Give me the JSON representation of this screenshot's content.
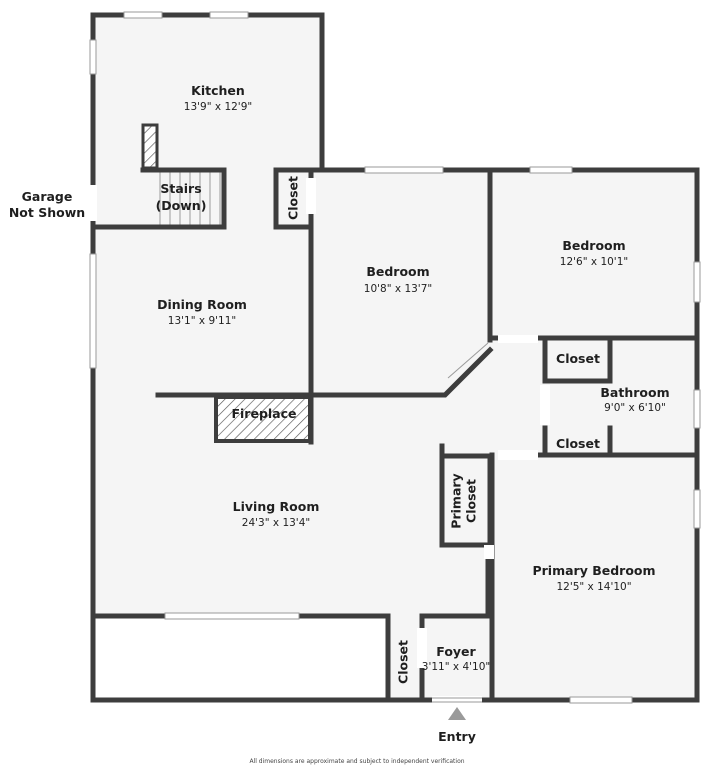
{
  "rooms": {
    "kitchen": {
      "name": "Kitchen",
      "dim": "13'9\" x 12'9\""
    },
    "stairs": {
      "name": "Stairs",
      "sub": "(Down)"
    },
    "closet_kitchen": {
      "name": "Closet"
    },
    "dining": {
      "name": "Dining Room",
      "dim": "13'1\" x 9'11\""
    },
    "bedroom_mid": {
      "name": "Bedroom",
      "dim": "10'8\" x 13'7\""
    },
    "bedroom_right": {
      "name": "Bedroom",
      "dim": "12'6\" x 10'1\""
    },
    "closet_upper": {
      "name": "Closet"
    },
    "bathroom": {
      "name": "Bathroom",
      "dim": "9'0\" x 6'10\""
    },
    "closet_lower": {
      "name": "Closet"
    },
    "fireplace": {
      "name": "Fireplace"
    },
    "living": {
      "name": "Living Room",
      "dim": "24'3\" x 13'4\""
    },
    "primary_closet": {
      "line1": "Primary",
      "line2": "Closet"
    },
    "primary_bed": {
      "name": "Primary Bedroom",
      "dim": "12'5\" x 14'10\""
    },
    "closet_foyer": {
      "name": "Closet"
    },
    "foyer": {
      "name": "Foyer",
      "dim": "3'11\" x 4'10\""
    }
  },
  "garage": {
    "line1": "Garage",
    "line2": "Not Shown"
  },
  "entry": {
    "label": "Entry"
  },
  "footer_note": "All dimensions are approximate and subject to independent verification",
  "colors": {
    "wall": "#3d3d3d",
    "floor": "#f5f5f5",
    "hatch": "#555555",
    "entry_arrow": "#9a9a9a"
  },
  "icons": {
    "entry_marker": "triangle-up-icon"
  }
}
